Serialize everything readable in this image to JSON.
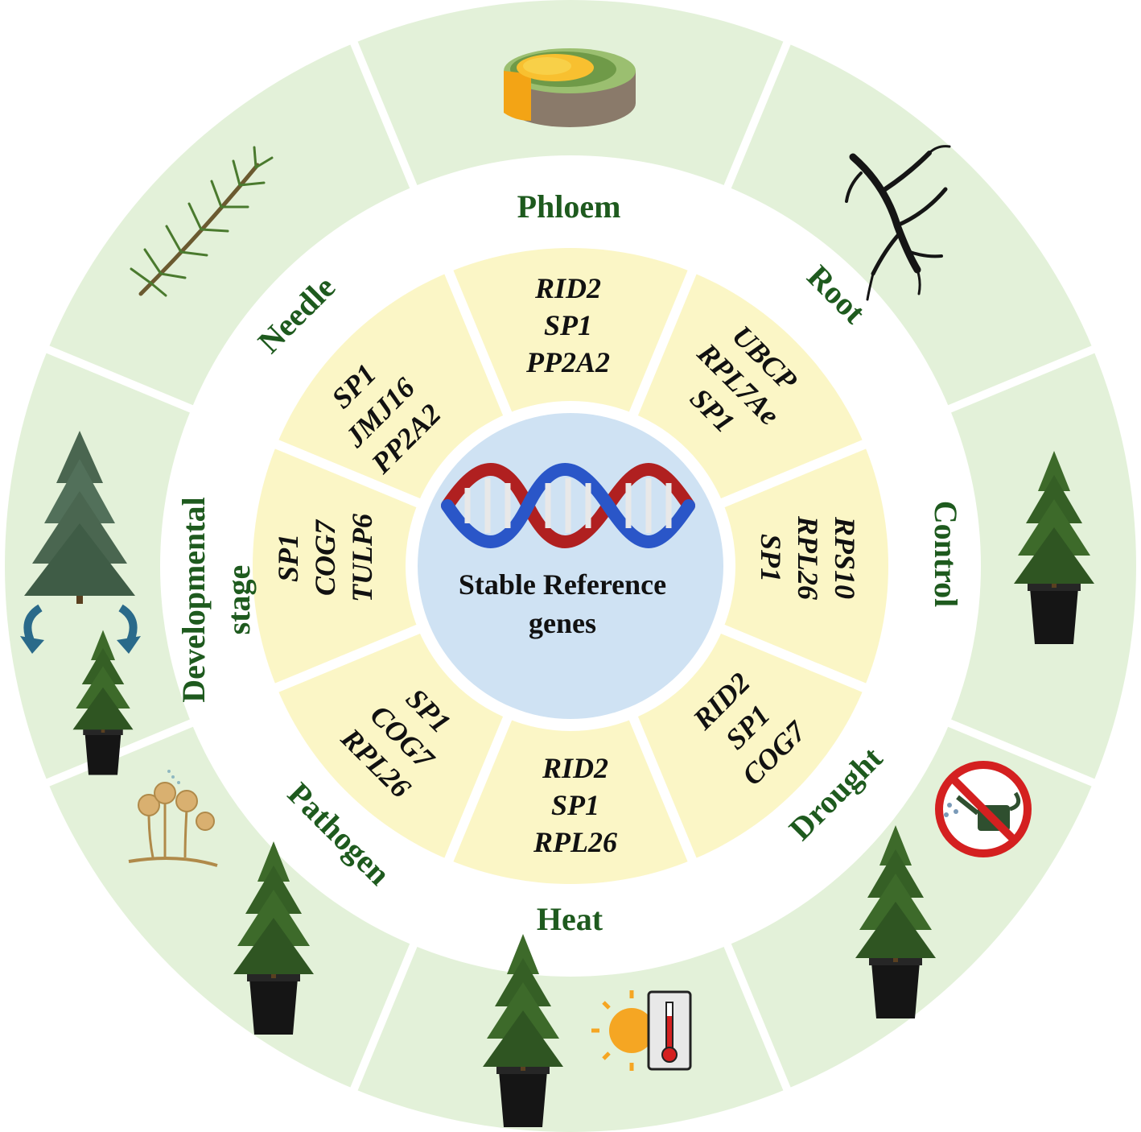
{
  "center": {
    "title_line1": "Stable Reference",
    "title_line2": "genes",
    "icon": "dna-double-helix-icon"
  },
  "colors": {
    "outer_ring": "#e3f1d9",
    "white_ring": "#ffffff",
    "gene_ring": "#fbf6c6",
    "center_disc": "#cfe2f3",
    "category_text": "#1e5a1e",
    "gene_text": "#111111",
    "dna_red": "#b02020",
    "dna_blue": "#2a56c8"
  },
  "segments": [
    {
      "category": "Phloem",
      "genes": [
        "RID2",
        "SP1",
        "PP2A2"
      ],
      "icon": "stem-cross-section-icon"
    },
    {
      "category": "Root",
      "genes": [
        "UBCP",
        "RPL7Ae",
        "SP1"
      ],
      "icon": "root-icon"
    },
    {
      "category": "Control",
      "genes": [
        "RPS10",
        "RPL26",
        "SP1"
      ],
      "icon": "potted-seedling-icon"
    },
    {
      "category": "Drought",
      "genes": [
        "RID2",
        "SP1",
        "COG7"
      ],
      "icon": "no-watering-icon"
    },
    {
      "category": "Heat",
      "genes": [
        "RID2",
        "SP1",
        "RPL26"
      ],
      "icon": "sun-thermometer-icon"
    },
    {
      "category": "Pathogen",
      "genes": [
        "SP1",
        "COG7",
        "RPL26"
      ],
      "icon": "fungus-icon"
    },
    {
      "category_line1": "Developmental",
      "category_line2": "stage",
      "genes": [
        "SP1",
        "COG7",
        "TULP6"
      ],
      "icon": "tree-lifecycle-icon"
    },
    {
      "category": "Needle",
      "genes": [
        "SP1",
        "JMJ16",
        "PP2A2"
      ],
      "icon": "pine-branch-icon"
    }
  ]
}
